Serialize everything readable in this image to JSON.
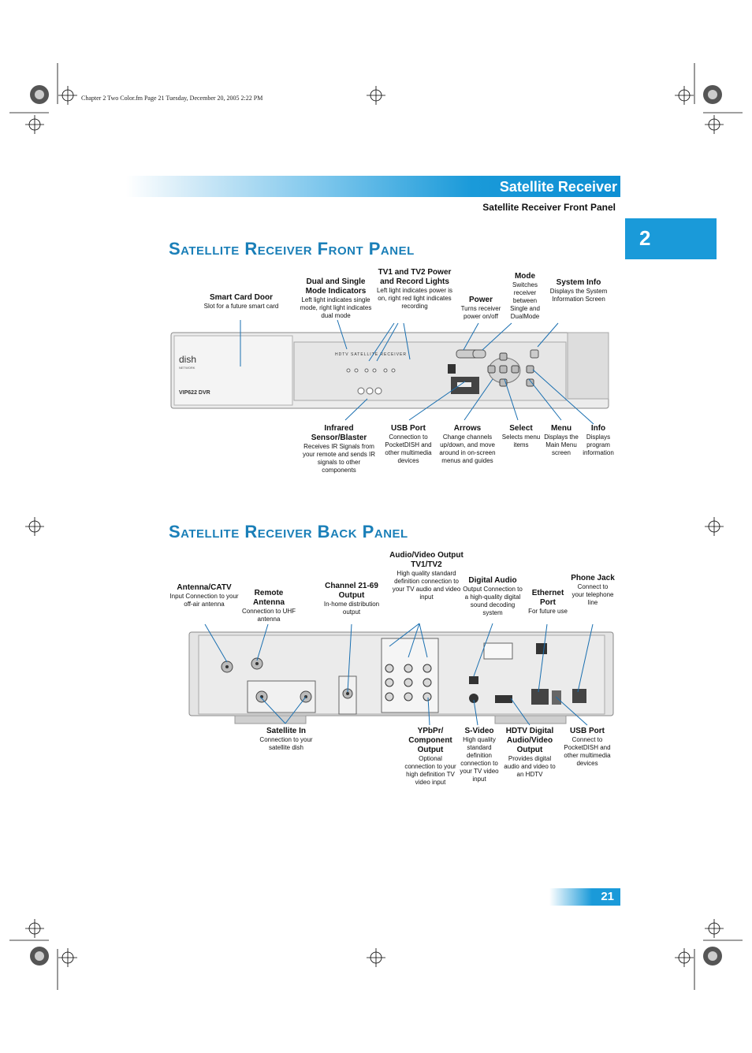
{
  "print_line": "Chapter 2 Two Color.fm  Page 21  Tuesday, December 20, 2005  2:22 PM",
  "header": {
    "title": "Satellite Receiver",
    "subtitle": "Satellite Receiver Front Panel"
  },
  "chapter": "2",
  "front": {
    "title": "Satellite Receiver Front Panel",
    "device": {
      "brand": "dish",
      "brand_sub": "NETWORK",
      "model": "VIP622 DVR",
      "panel_text": "HDTV SATELLITE RECEIVER"
    },
    "labels": [
      {
        "id": "smart-card-door",
        "title": "Smart Card Door",
        "desc": "Slot for a future smart card"
      },
      {
        "id": "mode-indicators",
        "title": "Dual and Single Mode Indicators",
        "desc": "Left light indicates single mode, right light indicates dual mode"
      },
      {
        "id": "tv-lights",
        "title": "TV1 and TV2 Power and Record Lights",
        "desc": "Left light indicates power is on, right red light indicates recording"
      },
      {
        "id": "power",
        "title": "Power",
        "desc": "Turns receiver power on/off"
      },
      {
        "id": "mode",
        "title": "Mode",
        "desc": "Switches receiver between Single and DualMode"
      },
      {
        "id": "system-info",
        "title": "System Info",
        "desc": "Displays the System Information Screen"
      },
      {
        "id": "infrared",
        "title": "Infrared Sensor/Blaster",
        "desc": "Receives IR Signals from your remote and sends IR signals to other components"
      },
      {
        "id": "usb-port",
        "title": "USB Port",
        "desc": "Connection to PocketDISH and other multimedia devices"
      },
      {
        "id": "arrows",
        "title": "Arrows",
        "desc": "Change channels up/down, and move around in on-screen menus and guides"
      },
      {
        "id": "select",
        "title": "Select",
        "desc": "Selects menu items"
      },
      {
        "id": "menu",
        "title": "Menu",
        "desc": "Displays the Main Menu screen"
      },
      {
        "id": "info",
        "title": "Info",
        "desc": "Displays program information"
      }
    ]
  },
  "back": {
    "title": "Satellite Receiver Back Panel",
    "labels": [
      {
        "id": "antenna-catv",
        "title": "Antenna/CATV",
        "desc": "Input Connection to your off-air antenna"
      },
      {
        "id": "remote-antenna",
        "title": "Remote Antenna",
        "desc": "Connection to UHF antenna"
      },
      {
        "id": "channel-output",
        "title": "Channel 21-69 Output",
        "desc": "In-home distribution output"
      },
      {
        "id": "av-output",
        "title": "Audio/Video Output TV1/TV2",
        "desc": "High quality standard definition connection to your TV audio and video input"
      },
      {
        "id": "digital-audio",
        "title": "Digital Audio",
        "desc": "Output Connection to a high-quality digital sound decoding system"
      },
      {
        "id": "ethernet",
        "title": "Ethernet Port",
        "desc": "For future use"
      },
      {
        "id": "phone-jack",
        "title": "Phone Jack",
        "desc": "Connect to your telephone line"
      },
      {
        "id": "satellite-in",
        "title": "Satellite In",
        "desc": "Connection to your satellite dish"
      },
      {
        "id": "ypbpr",
        "title": "YPbPr/ Component Output",
        "desc": "Optional connection to your high definition TV video input"
      },
      {
        "id": "s-video",
        "title": "S-Video",
        "desc": "High quality standard definition connection to your TV video input"
      },
      {
        "id": "hdtv-output",
        "title": "HDTV Digital Audio/Video Output",
        "desc": "Provides digital audio and video to an HDTV"
      },
      {
        "id": "usb-back",
        "title": "USB Port",
        "desc": "Connect to PocketDISH and other multimedia devices"
      }
    ]
  },
  "page_number": "21"
}
